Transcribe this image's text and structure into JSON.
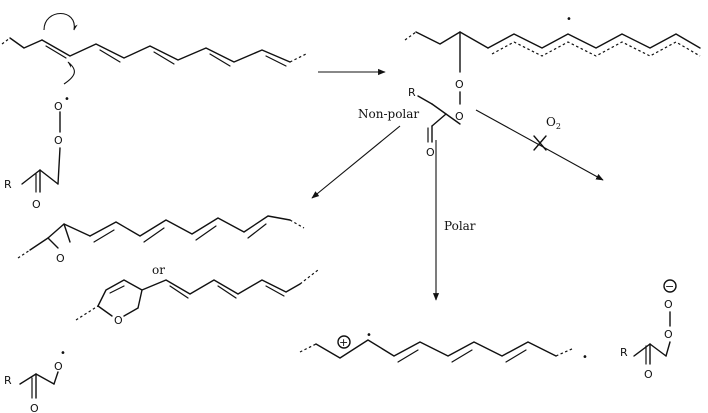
{
  "atoms": {
    "R": "R",
    "O": "O",
    "radical_dot": "•",
    "plus": "+",
    "minus": "−"
  },
  "conditions": {
    "nonpolar": "Non-polar",
    "polar": "Polar",
    "oxygen": "O",
    "oxygen_sub": "2",
    "or": "or"
  },
  "colors": {
    "ink": "#111111",
    "background": "#ffffff"
  },
  "icons": {
    "curly_arrow": "curved-electron-arrow-icon",
    "blocked": "cross-icon"
  }
}
